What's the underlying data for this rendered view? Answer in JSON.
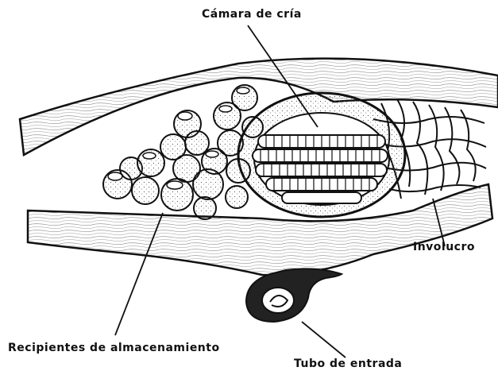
{
  "labels": {
    "camara": "Cámara de cría",
    "involucro": "Involucro",
    "recipientes": "Recipientes de almacenamiento",
    "tubo": "Tubo de entrada"
  },
  "colors": {
    "ink": "#111111",
    "paper": "#ffffff",
    "stipple": "#555555"
  }
}
